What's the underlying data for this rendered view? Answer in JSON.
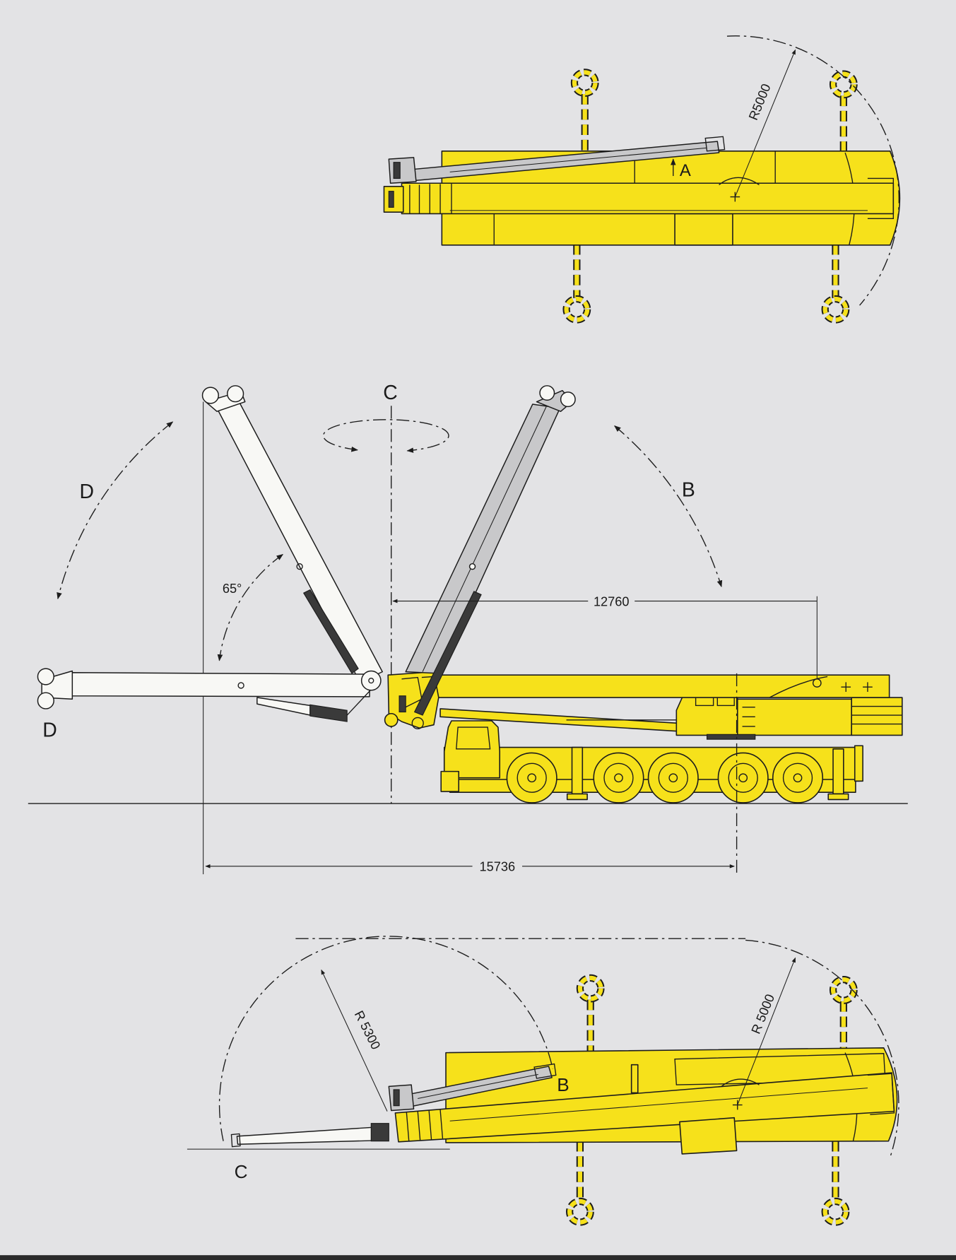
{
  "colors": {
    "background": "#e3e3e5",
    "crane_yellow": "#f6e11b",
    "outline": "#1c1c1c",
    "jib_gray": "#c8c8ca",
    "jib_white": "#f8f8f5"
  },
  "top_view": {
    "radius_label": "R5000",
    "boom_arrow_label": "A"
  },
  "side_view": {
    "slewing_axis_label": "C",
    "left_arc_label": "D",
    "right_arc_label": "B",
    "angle_label": "65°",
    "upper_dimension": "12760",
    "jib_tip_label": "D",
    "lower_dimension": "15736"
  },
  "bottom_view": {
    "left_radius_label": "R 5300",
    "jib_label": "B",
    "right_radius_label": "R 5000",
    "jib_tip_label": "C"
  }
}
